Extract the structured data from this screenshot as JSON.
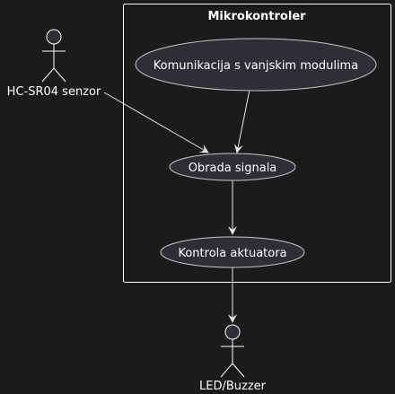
{
  "diagram": {
    "system": {
      "title": "Mikrokontroler"
    },
    "actors": [
      {
        "id": "sensor",
        "label": "HC-SR04 senzor"
      },
      {
        "id": "led",
        "label": "LED/Buzzer"
      }
    ],
    "usecases": [
      {
        "id": "comm",
        "label": "Komunikacija s vanjskim modulima"
      },
      {
        "id": "proc",
        "label": "Obrada signala"
      },
      {
        "id": "ctrl",
        "label": "Kontrola aktuatora"
      }
    ],
    "edges": [
      {
        "from": "sensor",
        "to": "proc"
      },
      {
        "from": "comm",
        "to": "proc"
      },
      {
        "from": "proc",
        "to": "ctrl"
      },
      {
        "from": "ctrl",
        "to": "led"
      }
    ]
  }
}
